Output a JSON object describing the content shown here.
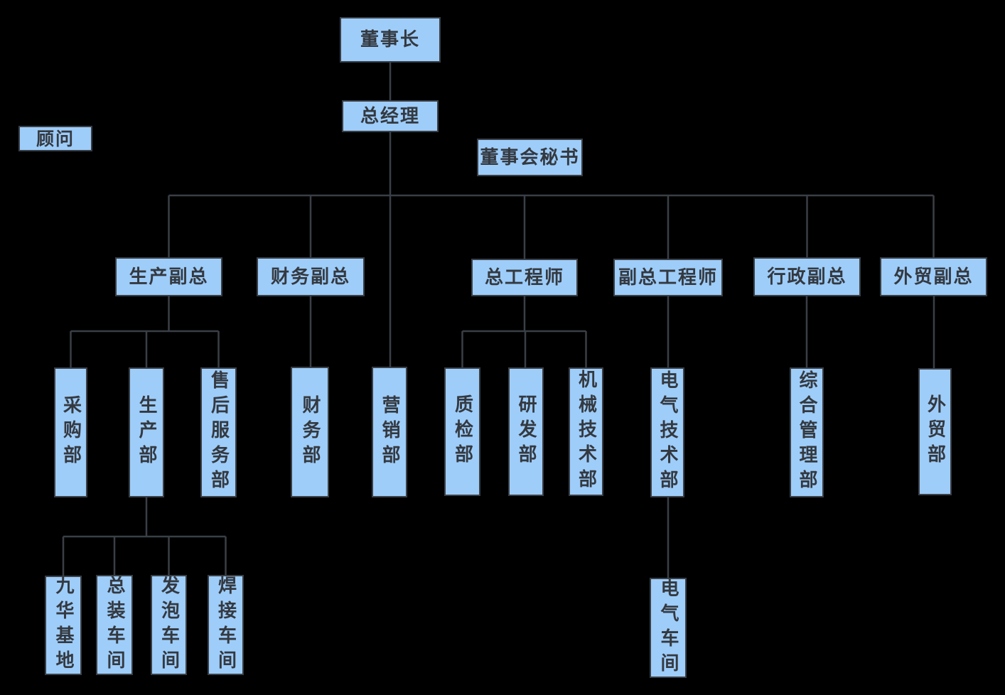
{
  "diagram": {
    "type": "org-chart",
    "colors": {
      "bg": "#000000",
      "box_fill": "#9ECDF9",
      "box_border": "#3A3F46",
      "text_color": "#343940",
      "line_color": "#3A3F46"
    },
    "nodes": {
      "chairman": {
        "label": "董事长"
      },
      "general_manager": {
        "label": "总经理"
      },
      "advisor": {
        "label": "顾问"
      },
      "board_secretary": {
        "label": "董事会秘书"
      },
      "production_vp": {
        "label": "生产副总"
      },
      "finance_vp": {
        "label": "财务副总"
      },
      "chief_engineer": {
        "label": "总工程师"
      },
      "deputy_chief_engineer": {
        "label": "副总工程师"
      },
      "admin_vp": {
        "label": "行政副总"
      },
      "foreign_trade_vp": {
        "label": "外贸副总"
      },
      "purchasing_dept": {
        "label": "采购部"
      },
      "production_dept": {
        "label": "生产部"
      },
      "after_sales_dept": {
        "label": "售后服务部"
      },
      "finance_dept": {
        "label": "财务部"
      },
      "marketing_dept": {
        "label": "营销部"
      },
      "quality_dept": {
        "label": "质检部"
      },
      "rd_dept": {
        "label": "研发部"
      },
      "mechanical_tech_dept": {
        "label": "机械技术部"
      },
      "electrical_tech_dept": {
        "label": "电气技术部"
      },
      "general_mgmt_dept": {
        "label": "综合管理部"
      },
      "foreign_trade_dept": {
        "label": "外贸部"
      },
      "jiuhua_base": {
        "label": "九华基地"
      },
      "assembly_workshop": {
        "label": "总装车间"
      },
      "foaming_workshop": {
        "label": "发泡车间"
      },
      "welding_workshop": {
        "label": "焊接车间"
      },
      "electrical_workshop": {
        "label": "电气车间"
      }
    }
  }
}
